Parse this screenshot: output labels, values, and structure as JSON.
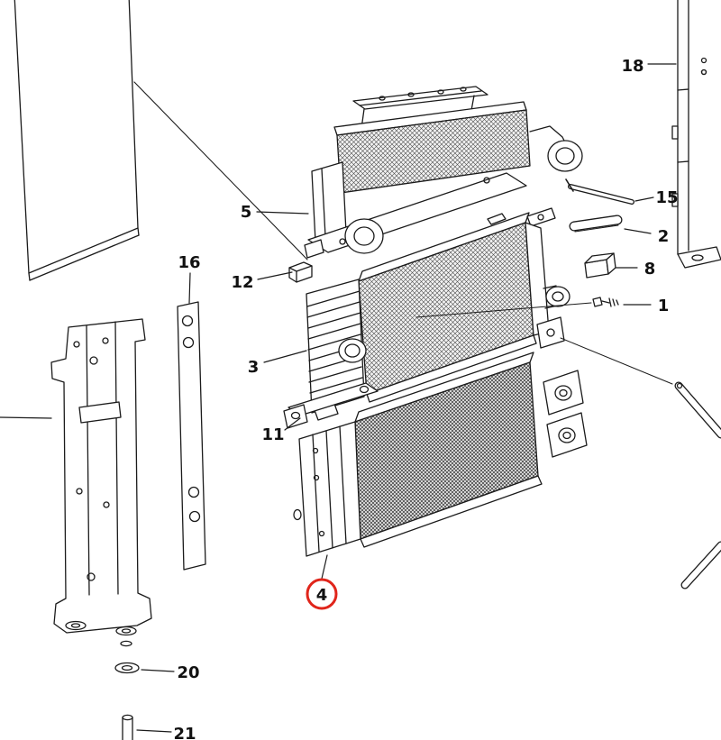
{
  "figure": {
    "type": "exploded-parts-diagram",
    "subject": "cooler-radiator-assembly",
    "highlighted_part": "4",
    "visible_callouts": [
      "1",
      "2",
      "3",
      "4",
      "5",
      "8",
      "11",
      "12",
      "15",
      "16",
      "18",
      "20",
      "21"
    ]
  },
  "colors": {
    "background": "#ffffff",
    "line": "#1b1b1b",
    "highlight": "#e0251b"
  },
  "labels": {
    "p1": "1",
    "p2": "2",
    "p3": "3",
    "p4": "4",
    "p5": "5",
    "p8": "8",
    "p11": "11",
    "p12": "12",
    "p15": "15",
    "p16": "16",
    "p18": "18",
    "p20": "20",
    "p21": "21"
  }
}
